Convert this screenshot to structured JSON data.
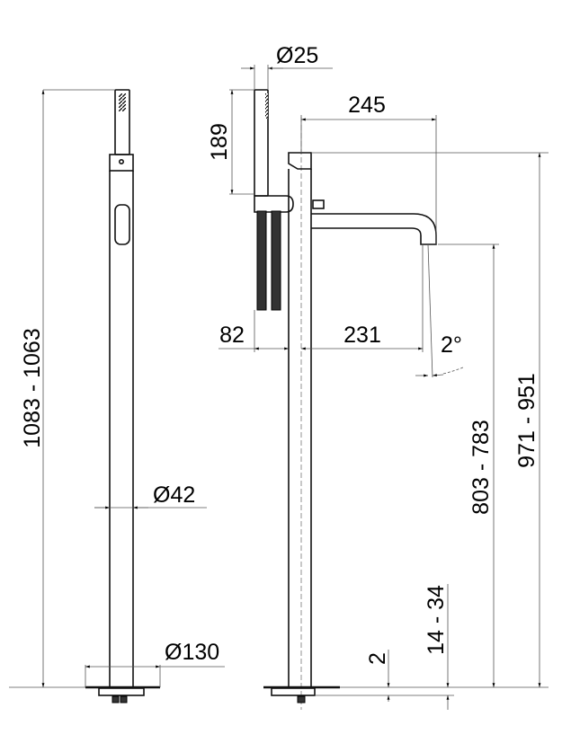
{
  "drawing": {
    "front_view": {
      "overall_height": "1083 - 1063",
      "pipe_diameter": "Ø42",
      "base_diameter": "×130"
    },
    "side_view": {
      "hand_shower_diameter": "Ø25",
      "hand_shower_length": "189",
      "spout_reach": "245",
      "holder_offset": "82",
      "spout_projection": "231",
      "spout_angle": "2°",
      "top_height": "971 - 951",
      "spout_height": "803 - 783",
      "floor_adjust": "14 - 34",
      "plate_thickness": "2"
    }
  }
}
